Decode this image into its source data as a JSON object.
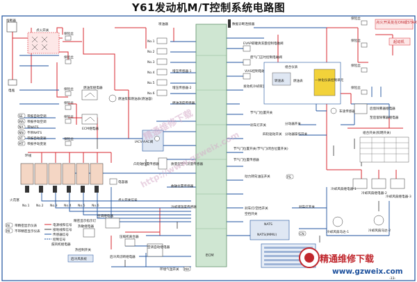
{
  "diagram": {
    "title": "Y61发动机M/T控制系统电路图",
    "page_number": "-33-",
    "watermark_cn": "精通维修下载",
    "watermark_url": "www.gzweix.com",
    "watermark_diag1": "精通维修下载",
    "watermark_diag2": "http://www.gzweix.com",
    "colors": {
      "wire_red": "#d7262d",
      "wire_blue": "#1b4f9c",
      "wire_dark": "#333333",
      "module_fill": "#cfe6d2",
      "module_edge": "#5f8f69",
      "box_fill": "#dfe7f3",
      "accent_yellow": "#f2d23a",
      "fuse_fill": "#ffffff"
    },
    "labels": {
      "fusible_link": "熔断器",
      "ignition_switch": "点火开关",
      "battery": "电瓶",
      "fuse_1": "保险丝",
      "fuse_2": "保险丝",
      "fuse_3": "保险丝",
      "fuse_4": "保险丝",
      "fuse_5": "保险丝",
      "fuse_6": "保险丝",
      "fuse_right_1": "保险丝",
      "fuse_right_2": "保险丝",
      "fuse_right_3": "保险丝",
      "fuse_right_4": "保险丝",
      "ecm_relay": "ECM继电器",
      "fuel_pump_relay": "燃油泵继电器",
      "fuel_pump_note": "燃油泵和燃油表(燃油容)",
      "injectors": "喷油器",
      "no1": "No.1",
      "no2": "No.2",
      "no3": "No.3",
      "no4": "No.4",
      "no5": "No.5",
      "no6": "No.6",
      "heated_o2_1": "增压传感器-1",
      "heated_o2_2": "增压传感器-2",
      "fuel_temp": "燃油温度传感器",
      "ecm_label": "ECM",
      "iacv": "IACV-AAC阀",
      "legend_1": "带报自动空调",
      "legend_2": "带报手动空调",
      "legend_3": "带NATS",
      "legend_4": "不带NATS",
      "legend_5": "带报自动变速",
      "legend_6": "带报手动变速",
      "legend_code_1": "SE",
      "legend_code_2": "MA",
      "legend_code_3": "NA",
      "legend_code_4": "NN",
      "legend_code_5": "AT",
      "legend_code_6": "MT",
      "ring": "环线",
      "ignition_coil": "火花塞",
      "coil_1": "No.1",
      "coil_2": "No.2",
      "coil_3": "No.3",
      "coil_4": "No.4",
      "coil_5": "No.5",
      "coil_6": "No.6",
      "condenser": "电容器",
      "cam_sensor": "凸轮轴位置传感器",
      "crank_sensor": "曲轴位置传感器",
      "mass_airflow": "质量型空气流量传感器",
      "coolant_temp": "冷却液温度传感器",
      "knock_sensor": "点火开关信号",
      "legend_bottom_1": "带精密显示仪表",
      "legend_bottom_2": "不带精密显示仪表",
      "legend_bottom_3": "电源线和信号",
      "legend_bottom_4": "接地线和信号",
      "legend_bottom_5": "传感器信号",
      "legend_bottom_6": "控制信号",
      "code_a": "IN",
      "code_b": "MI",
      "ac_relay": "空调继电器",
      "thermal_relay": "热敏继电器",
      "heater_sw": "热控制开关",
      "blower_relay": "鼓风机继电器",
      "compressor": "压缩机离合器",
      "rear_heater": "后冷风系统",
      "rear_cut_relay": "后冷风切断继电器",
      "ac_switch": "空调自动继电器",
      "env_temp_switch": "环境气温开关",
      "env_code": "MA",
      "dash_led": "精密显示指示灯",
      "evap_valve": "EVAP碳罐清洗量控制电磁阀",
      "egr_valve": "废气门正时控制电磁阀",
      "via_valve": "VIAS控制电磁阀",
      "ac_pressure": "发动机冷却液温度传感器",
      "vss": "车速传感器",
      "tps": "节气门位置开关",
      "tps_note": "节气门位置开关(节气门/闭合位置开关)",
      "brake_sw": "刹车灯开关",
      "idle_sw": "刹车灯/空挡开关",
      "neutral_sw": "空挡开关",
      "throttle_sensor": "节气门位置传感器",
      "power_steering": "动力转向油压开关",
      "nats": "NATS",
      "nats_ecm": "NATS(IMMU)",
      "data_link": "数据诊断连接器",
      "combination_meter": "组合仪表",
      "meter_control": "一体化仪表控制单元",
      "tach": "转速表",
      "fuel_meter": "燃油表",
      "warning_lamp": "车速传感器",
      "cooling_fan_relay1": "冷却风扇继电器-1",
      "cooling_fan_relay2": "冷却风扇继电器-2",
      "cooling_fan_relay3": "冷却风扇继电器-3",
      "cooling_fan_motor1": "冷却风扇马达-1",
      "cooling_fan_motor2": "冷却风扇马达-2",
      "fan_code": "PS",
      "start_switch_note": "点火开关处在ON或START位置",
      "start_relay": "起动机",
      "light_switch": "组合开关(照明开关)",
      "head_relay": "后窗除雾器继电器",
      "four_wd": "四轮驱动开关",
      "diff_lock": "分动器开关",
      "lock_sw": "分动器操作开关",
      "air_cond_relay": "至后窗除雾器继电器",
      "brake_switch2": "刹车灯开关",
      "cn": "CN"
    }
  }
}
